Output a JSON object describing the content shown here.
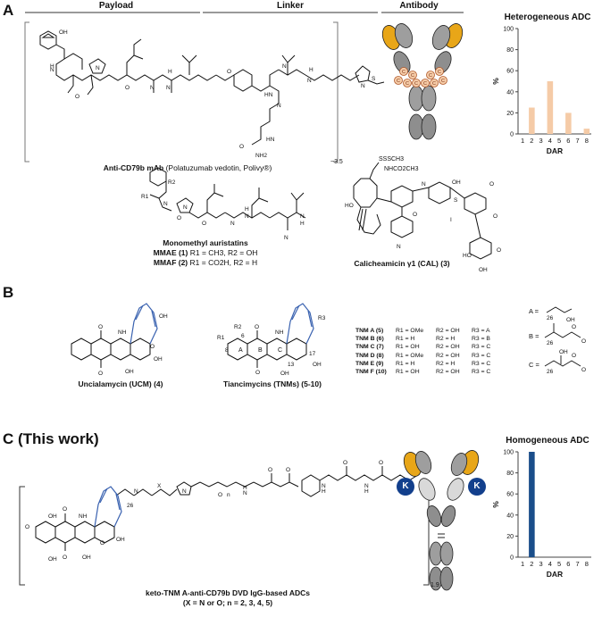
{
  "panelA": {
    "letter": "A",
    "headers": {
      "payload": "Payload",
      "linker": "Linker",
      "antibody": "Antibody"
    },
    "subscript_dar": "~3.5",
    "adc_name_bold": "Anti-CD79b mAb",
    "adc_name_rest": "(Polatuzumab vedotin, Polivy®)",
    "cys_label": "C",
    "auristatin": {
      "title": "Monomethyl auristatins",
      "line1_bold": "MMAE (1)",
      "line1_rest": "R1 = CH3, R2 = OH",
      "line2_bold": "MMAF (2)",
      "line2_rest": "R1 = CO2H,  R2 = H"
    },
    "calicheamicin": {
      "label_pre": "Calicheamicin γ1",
      "label_bold": "(CAL)",
      "label_post": "(3)",
      "top1": "SSSCH3",
      "top2": "NHCO2CH3"
    }
  },
  "panelB": {
    "letter": "B",
    "ucm_label_pre": "Uncialamycin (",
    "ucm_label_bold": "UCM",
    "ucm_label_post": ") (4)",
    "tnm_label_pre": "Tiancimycins (",
    "tnm_label_bold": "TNMs",
    "tnm_label_post": ") (5-10)",
    "rows": [
      {
        "name": "TNM A (5)",
        "r1": "R1 = OMe",
        "r2": "R2 = OH",
        "r3": "R3 = A"
      },
      {
        "name": "TNM B (6)",
        "r1": "R1 = H",
        "r2": "R2 = H",
        "r3": "R3 = B"
      },
      {
        "name": "TNM C (7)",
        "r1": "R1 = OH",
        "r2": "R2 = OH",
        "r3": "R3 = C"
      },
      {
        "name": "TNM D (8)",
        "r1": "R1 = OMe",
        "r2": "R2 = OH",
        "r3": "R3 = C"
      },
      {
        "name": "TNM E (9)",
        "r1": "R1 = H",
        "r2": "R2 = H",
        "r3": "R3 = C"
      },
      {
        "name": "TNM F (10)",
        "r1": "R1 = OH",
        "r2": "R2 = OH",
        "r3": "R3 = C"
      }
    ],
    "groups": {
      "a": "A =",
      "b": "B =",
      "c": "C ="
    }
  },
  "panelC": {
    "letter": "C (This work)",
    "k_label": "K",
    "subscript": "1.9",
    "caption_line1": "keto-TNM A-anti-CD79b DVD IgG-based ADCs",
    "caption_line2": "(X = N or O; n = 2, 3, 4, 5)"
  },
  "colors": {
    "bar_heterogeneous": "#f5cba7",
    "bar_homogeneous": "#1a4e8a",
    "antibody_gray": "#9e9e9e",
    "antibody_gold": "#e8a618",
    "k_circle": "#123f8c",
    "enediyne_blue": "#3a62b0"
  },
  "chart_data": [
    {
      "type": "bar",
      "title": "Heterogeneous ADC",
      "categories": [
        "1",
        "2",
        "3",
        "4",
        "5",
        "6",
        "7",
        "8"
      ],
      "values": [
        0,
        25,
        0,
        50,
        0,
        20,
        0,
        5
      ],
      "xlabel": "DAR",
      "ylabel": "%",
      "ylim": [
        0,
        100
      ],
      "yticks": [
        0,
        20,
        40,
        60,
        80,
        100
      ],
      "grid": false
    },
    {
      "type": "bar",
      "title": "Homogeneous ADC",
      "categories": [
        "1",
        "2",
        "3",
        "4",
        "5",
        "6",
        "7",
        "8"
      ],
      "values": [
        0,
        100,
        0,
        0,
        0,
        0,
        0,
        0
      ],
      "xlabel": "DAR",
      "ylabel": "%",
      "ylim": [
        0,
        100
      ],
      "yticks": [
        0,
        20,
        40,
        60,
        80,
        100
      ],
      "grid": false
    }
  ]
}
